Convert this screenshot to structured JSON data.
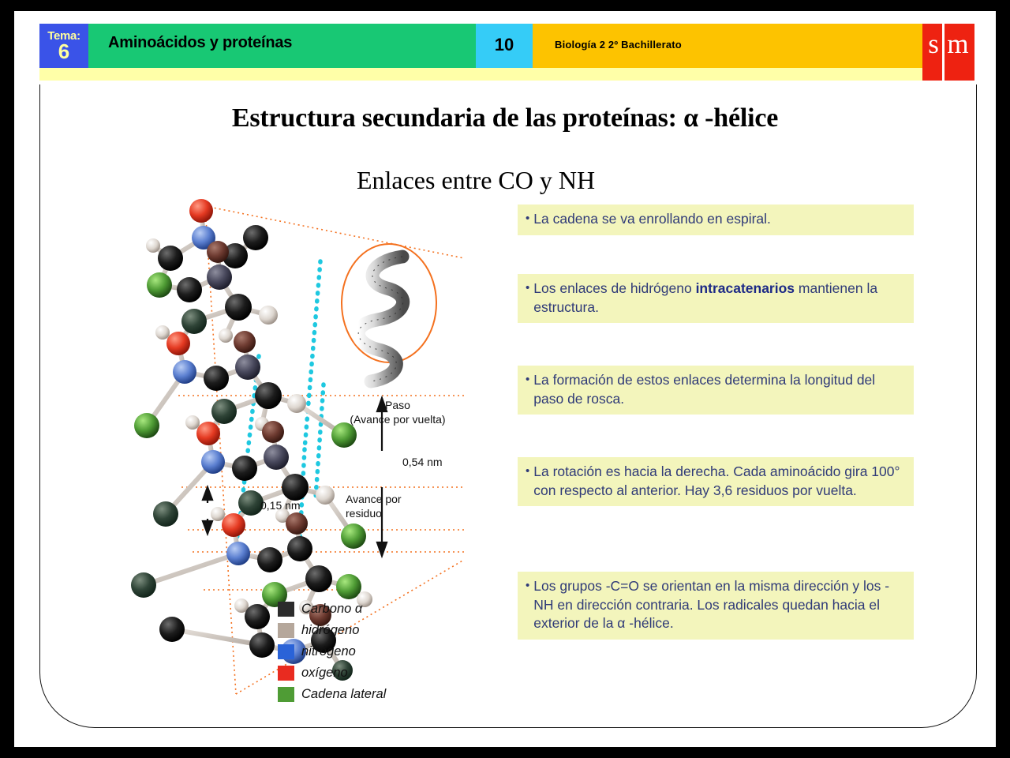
{
  "header": {
    "tema_label": "Tema:",
    "tema_number": "6",
    "unit_title": "Aminoácidos y proteínas",
    "page_number": "10",
    "course": "Biología 2    2º Bachillerato",
    "logo_s": "s",
    "logo_m": "m",
    "colors": {
      "blue": "#3a53e8",
      "green": "#18c874",
      "cyan": "#35ccf7",
      "gold": "#fdc300",
      "pale_yellow": "#ffffa8",
      "logo_red": "#ee2211"
    }
  },
  "slide": {
    "title": "Estructura secundaria de las proteínas: α -hélice",
    "subtitle": "Enlaces entre CO y NH"
  },
  "bullets": [
    {
      "text": "La cadena se va enrollando en espiral."
    },
    {
      "pre": "Los enlaces de hidrógeno ",
      "bold": "intracatenarios",
      "post": " mantienen la estructura."
    },
    {
      "text": "La formación de estos enlaces determina la longitud del paso de rosca."
    },
    {
      "text": "La rotación es hacia la derecha. Cada aminoácido gira 100° con respecto al anterior. Hay 3,6 residuos por vuelta."
    },
    {
      "text": "Los grupos -C=O se orientan en la misma dirección y los -NH en dirección contraria. Los radicales quedan hacia el exterior de la α -hélice."
    }
  ],
  "figure": {
    "measure_paso_line1": "Paso",
    "measure_paso_line2": "(Avance por vuelta)",
    "measure_paso_value": "0,54 nm",
    "measure_residuo_value": "0,15 nm",
    "measure_residuo_line1": "Avance por",
    "measure_residuo_line2": "residuo",
    "helix_inset_outline_color": "#f4711f",
    "hbond_color": "#1ec8e0",
    "guide_color": "#f4711f"
  },
  "legend": [
    {
      "label": "Carbono α",
      "color": "#2c2c2c"
    },
    {
      "label": "hidrógeno",
      "color": "#b5a79b"
    },
    {
      "label": "nitrógeno",
      "color": "#2a63d8"
    },
    {
      "label": "oxígeno",
      "color": "#e92b20"
    },
    {
      "label": "Cadena lateral",
      "color": "#4f9c35"
    }
  ]
}
